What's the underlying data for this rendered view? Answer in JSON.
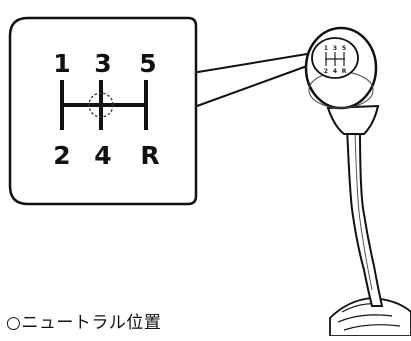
{
  "diagram": {
    "pattern_labels": {
      "top": [
        "1",
        "3",
        "5"
      ],
      "bottom": [
        "2",
        "4",
        "R"
      ]
    },
    "knob_labels": {
      "top": [
        "1",
        "3",
        "5"
      ],
      "bottom": [
        "2",
        "4",
        "R"
      ]
    },
    "neutral_marker": "○",
    "caption_text": "ニュートラル位置"
  }
}
